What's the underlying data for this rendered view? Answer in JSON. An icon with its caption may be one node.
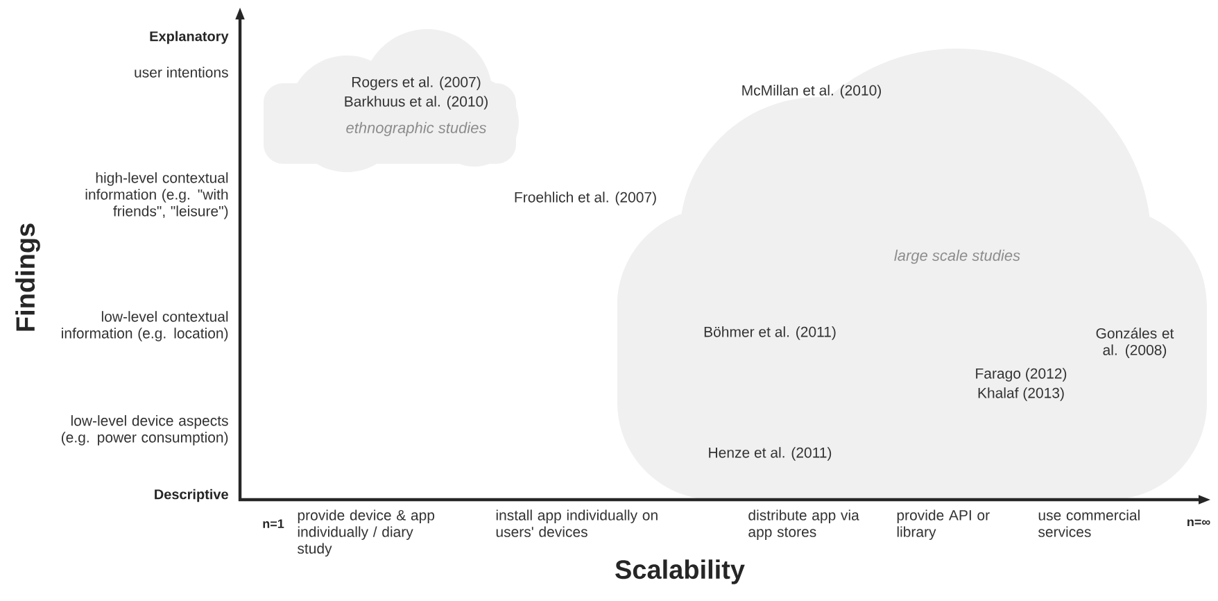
{
  "diagram": {
    "nodes": [
      {
        "text": [
          "Rogers et al. (2007)",
          "Barkhuus et al. (2010)",
          "ethnographic studies"
        ]
      },
      {
        "text": [
          "McMillan et al. (2010)",
          "large scale studies",
          "Böhmer et al. (2011)",
          "Gonzáles et al. (2008)",
          "Farago (2012)",
          "Khalaf (2013)",
          "Henze et al. (2011)"
        ]
      }
    ],
    "labels": [
      "Explanatory",
      "user intentions",
      "high-level contextual information (e.g. \"with friends\", \"leisure\")",
      "low-level contextual information (e.g. location)",
      "low-level device aspects (e.g. power consumption)",
      "Descriptive",
      "Findings",
      "Froehlich et al. (2007)",
      "n=1",
      "provide device & app individually / diary study",
      "install app individually on users' devices",
      "distribute app via app stores",
      "provide API or library",
      "use commercial services",
      "n=∞",
      "Scalability"
    ]
  }
}
